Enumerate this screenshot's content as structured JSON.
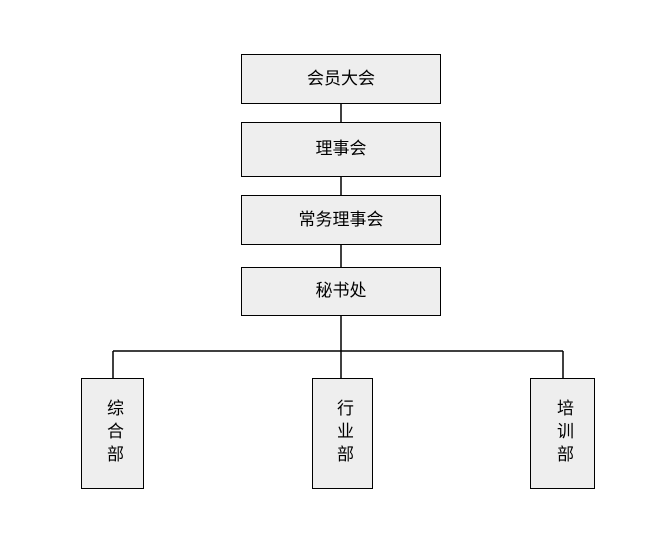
{
  "org_chart": {
    "levels": [
      {
        "id": "general-assembly",
        "label": "会员大会"
      },
      {
        "id": "council",
        "label": "理事会"
      },
      {
        "id": "standing-council",
        "label": "常务理事会"
      },
      {
        "id": "secretariat",
        "label": "秘书处"
      }
    ],
    "departments": [
      {
        "id": "general-affairs",
        "label": "综合部"
      },
      {
        "id": "industry",
        "label": "行业部"
      },
      {
        "id": "training",
        "label": "培训部"
      }
    ]
  },
  "colors": {
    "box_fill": "#eeeeee",
    "box_border": "#000000",
    "line": "#000000",
    "background": "#ffffff"
  }
}
